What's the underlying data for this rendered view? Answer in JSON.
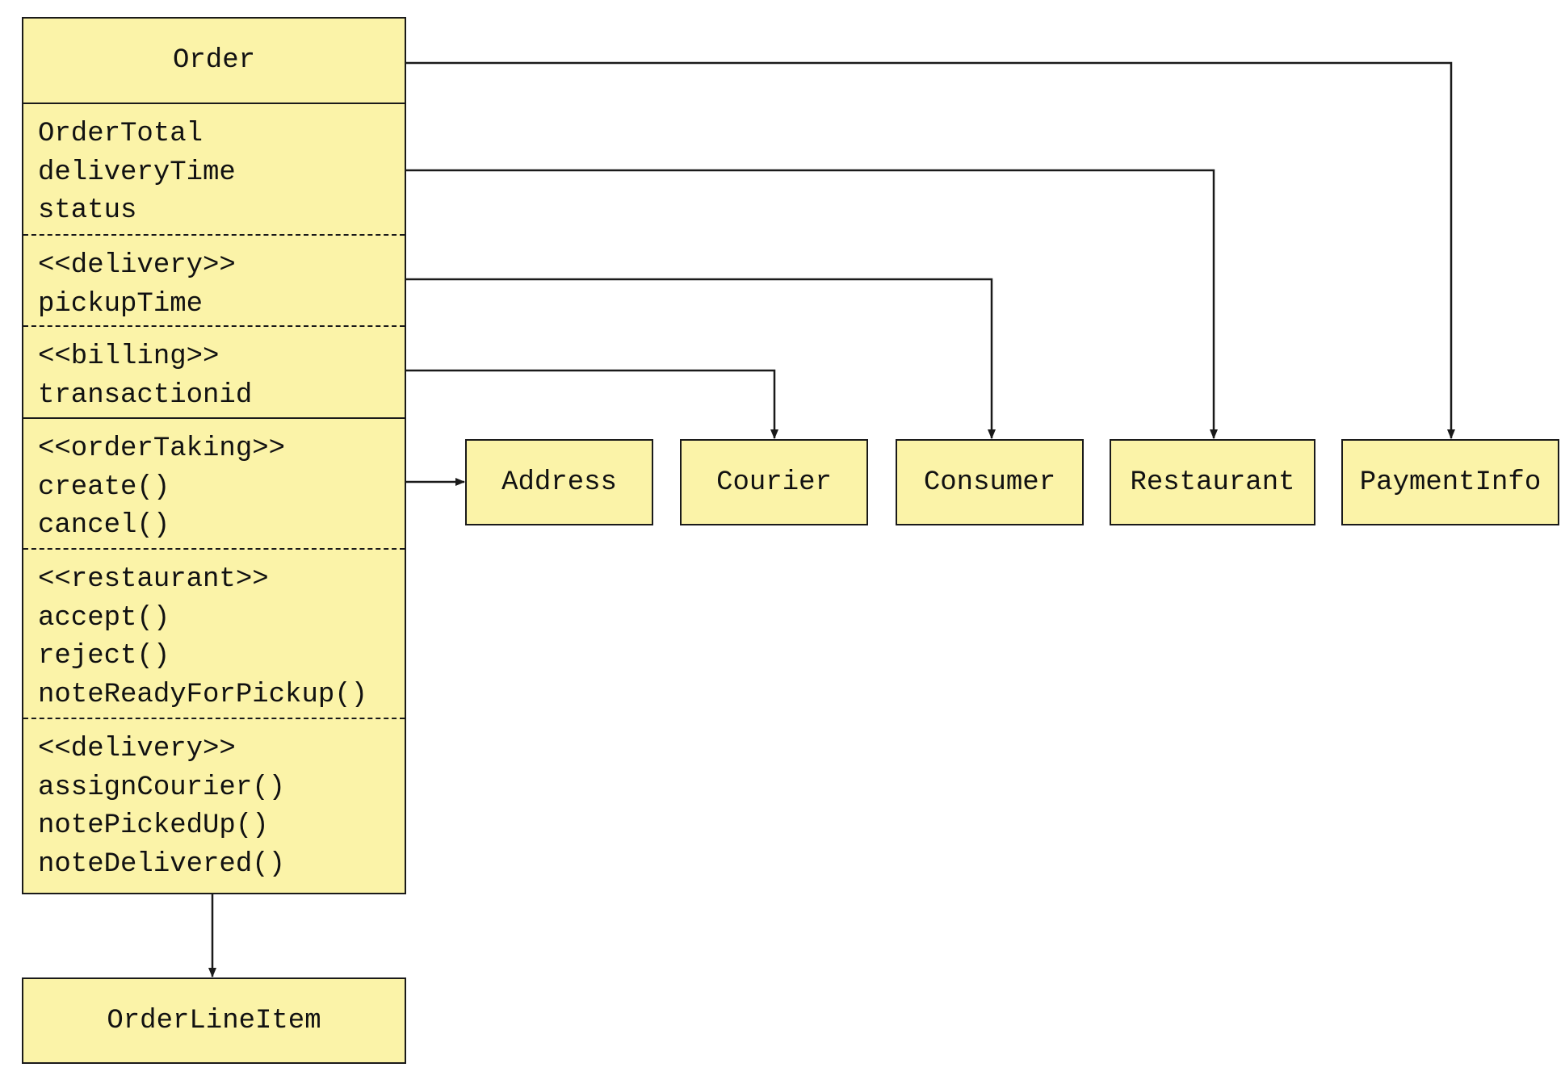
{
  "order_class": {
    "name": "Order",
    "attributes": {
      "core": [
        "OrderTotal",
        "deliveryTime",
        "status"
      ],
      "delivery": [
        "<<delivery>>",
        "pickupTime"
      ],
      "billing": [
        "<<billing>>",
        "transactionid"
      ]
    },
    "operations": {
      "order_taking": [
        "<<orderTaking>>",
        "create()",
        "cancel()"
      ],
      "restaurant": [
        "<<restaurant>>",
        "accept()",
        "reject()",
        "noteReadyForPickup()"
      ],
      "delivery": [
        "<<delivery>>",
        "assignCourier()",
        "notePickedUp()",
        "noteDelivered()"
      ]
    }
  },
  "related_classes": {
    "address": "Address",
    "courier": "Courier",
    "consumer": "Consumer",
    "restaurant": "Restaurant",
    "payment_info": "PaymentInfo",
    "order_line_item": "OrderLineItem"
  },
  "associations": [
    {
      "from": "Order",
      "to": "PaymentInfo"
    },
    {
      "from": "Order",
      "to": "Restaurant"
    },
    {
      "from": "Order",
      "to": "Consumer"
    },
    {
      "from": "Order",
      "to": "Courier"
    },
    {
      "from": "Order",
      "to": "Address"
    },
    {
      "from": "Order",
      "to": "OrderLineItem"
    }
  ],
  "colors": {
    "box_fill": "#fbf3a8",
    "stroke": "#1a1a1a"
  }
}
